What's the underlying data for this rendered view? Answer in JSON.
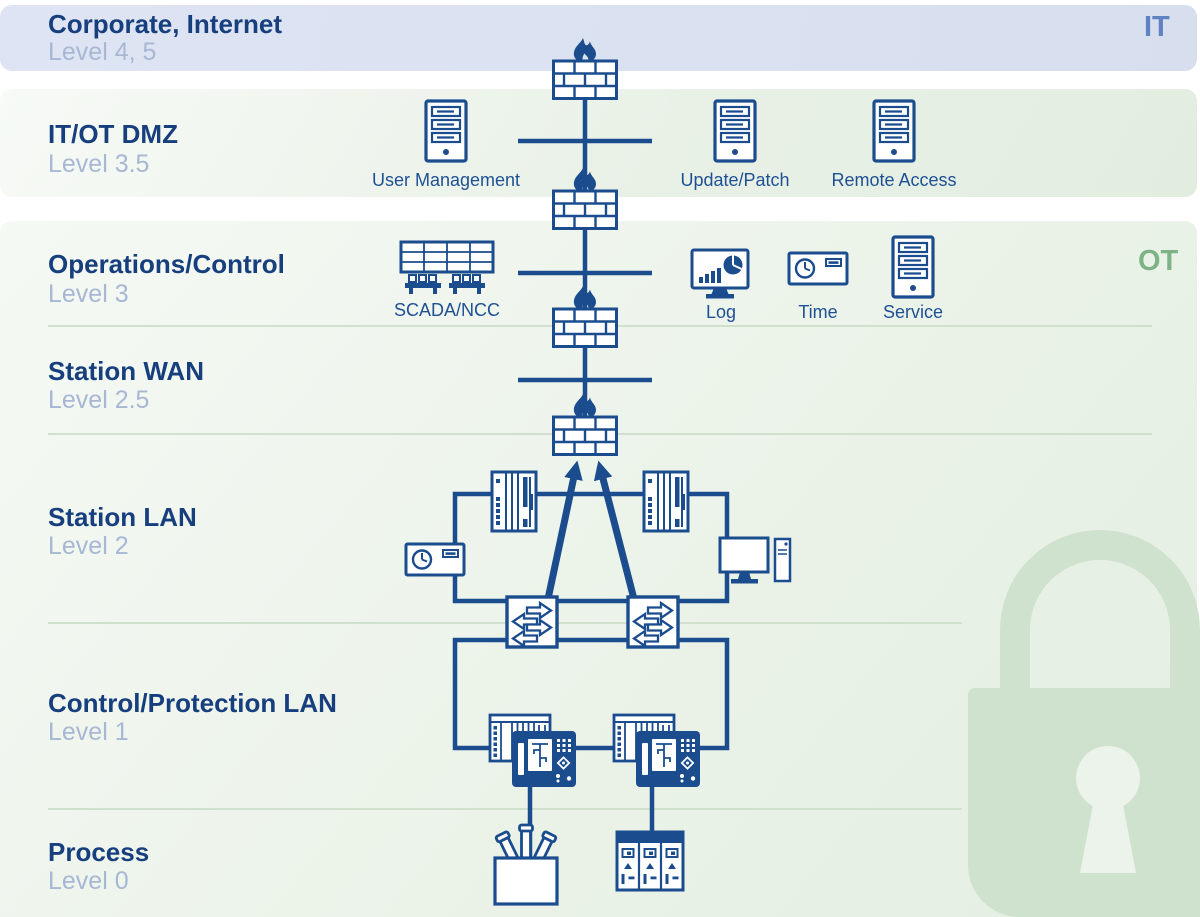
{
  "zones": [
    {
      "title": "Corporate, Internet",
      "level": "Level 4, 5"
    },
    {
      "title": "IT/OT DMZ",
      "level": "Level 3.5"
    },
    {
      "title": "Operations/Control",
      "level": "Level 3"
    },
    {
      "title": "Station WAN",
      "level": "Level 2.5"
    },
    {
      "title": "Station LAN",
      "level": "Level 2"
    },
    {
      "title": "Control/Protection LAN",
      "level": "Level 1"
    },
    {
      "title": "Process",
      "level": "Level 0"
    }
  ],
  "badges": {
    "it": "IT",
    "ot": "OT"
  },
  "devices": {
    "user_management": "User Management",
    "update_patch": "Update/Patch",
    "remote_access": "Remote Access",
    "scada": "SCADA/NCC",
    "log": "Log",
    "time": "Time",
    "service": "Service"
  },
  "colors": {
    "accent": "#1a4c8e",
    "zone_title": "#173f7e",
    "zone_subtitle": "#a7b7d4",
    "it_badge": "#6082c1",
    "ot_badge": "#7fb287",
    "band_it": "#dbe2f1",
    "band_green": "#e9f2e7",
    "divider": "#cfe0cc",
    "lock_watermark": "#cfe2cd"
  }
}
